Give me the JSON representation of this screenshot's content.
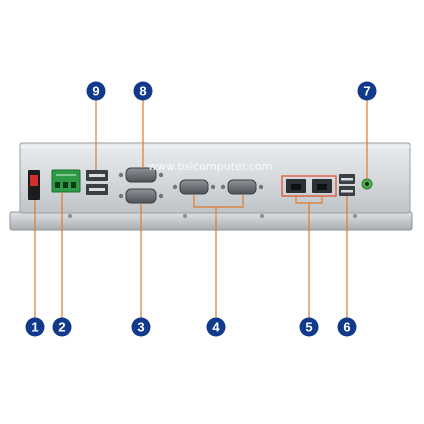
{
  "watermark": "www.bsicomputer.com",
  "colors": {
    "callout_fill": "#123a8c",
    "leader_line": "#e07a2a",
    "chassis": "#cfd4d8",
    "port_highlight": "#e04a2a"
  },
  "callouts": {
    "c1": "1",
    "c2": "2",
    "c3": "3",
    "c4": "4",
    "c5": "5",
    "c6": "6",
    "c7": "7",
    "c8": "8",
    "c9": "9"
  }
}
